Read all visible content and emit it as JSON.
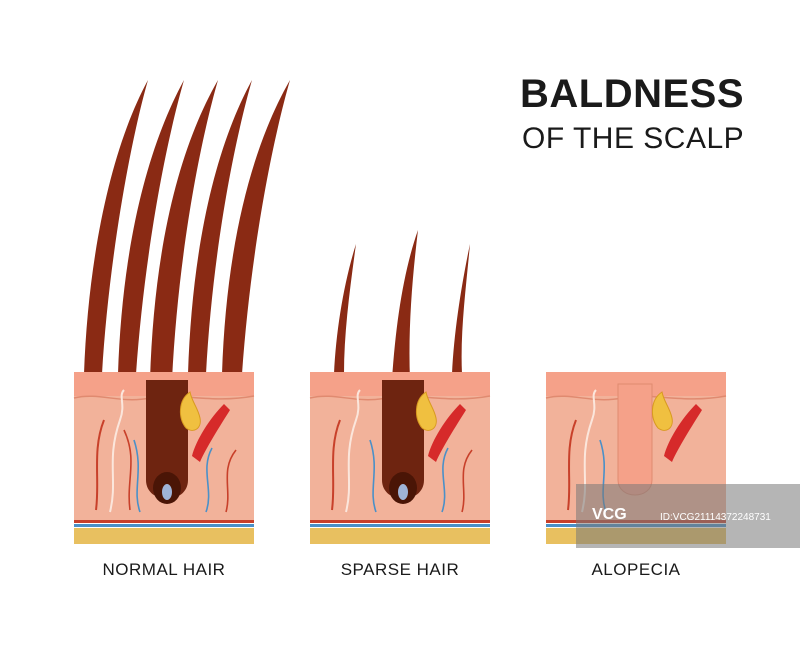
{
  "title": {
    "line1": "BALDNESS",
    "line2": "OF THE SCALP"
  },
  "panels": [
    {
      "label": "NORMAL HAIR",
      "hair_count": 5
    },
    {
      "label": "SPARSE HAIR",
      "hair_count": 3
    },
    {
      "label": "ALOPECIA",
      "hair_count": 0
    }
  ],
  "watermark": {
    "logo": "VCG",
    "id": "ID:VCG21114372248731"
  },
  "colors": {
    "hair": "#8a2a14",
    "hair_dark": "#5b1708",
    "skin": "#f5a189",
    "skin_light": "#f9c4b2",
    "dermis": "#f2b29a",
    "fat": "#e8c060",
    "vessel_red": "#c8402a",
    "vessel_blue": "#4a90c8",
    "muscle": "#d62a2a",
    "gland": "#f0c040"
  }
}
